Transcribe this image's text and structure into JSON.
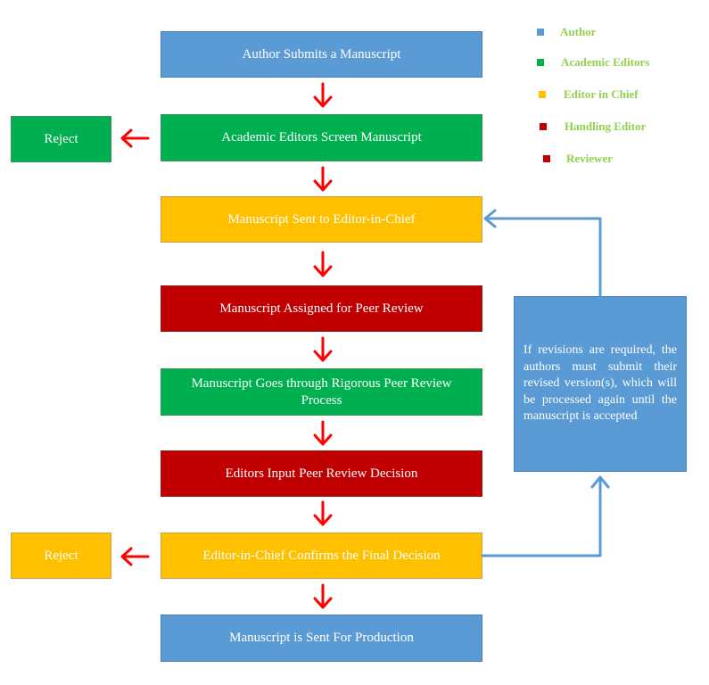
{
  "legend": [
    {
      "label": "Author",
      "color": "#5b9bd5"
    },
    {
      "label": "Academic Editors",
      "color": "#00b050"
    },
    {
      "label": "Editor in Chief",
      "color": "#ffc000"
    },
    {
      "label": "Handling Editor",
      "color": "#c00000"
    },
    {
      "label": "Reviewer",
      "color": "#c00000"
    }
  ],
  "steps": [
    {
      "text": "Author Submits a Manuscript",
      "role": "Author"
    },
    {
      "text": "Academic Editors Screen Manuscript",
      "role": "Academic Editors"
    },
    {
      "text": "Manuscript Sent to Editor-in-Chief",
      "role": "Editor in Chief"
    },
    {
      "text": "Manuscript Assigned for Peer Review",
      "role": "Handling Editor"
    },
    {
      "text": "Manuscript Goes through Rigorous Peer Review Process",
      "role": "Academic Editors"
    },
    {
      "text": "Editors Input Peer Review Decision",
      "role": "Handling Editor"
    },
    {
      "text": "Editor-in-Chief Confirms the Final Decision",
      "role": "Editor in Chief"
    },
    {
      "text": "Manuscript is Sent For Production",
      "role": "Author"
    }
  ],
  "rejects": [
    {
      "text": "Reject",
      "from_step": 2
    },
    {
      "text": "Reject",
      "from_step": 7
    }
  ],
  "revision_note": "If revisions are required, the authors must submit their revised version(s), which will be processed again until the manuscript is accepted",
  "colors": {
    "arrow": "#ff0000",
    "feedback_arrow": "#5b9bd5",
    "legend_text": "#92d050"
  }
}
